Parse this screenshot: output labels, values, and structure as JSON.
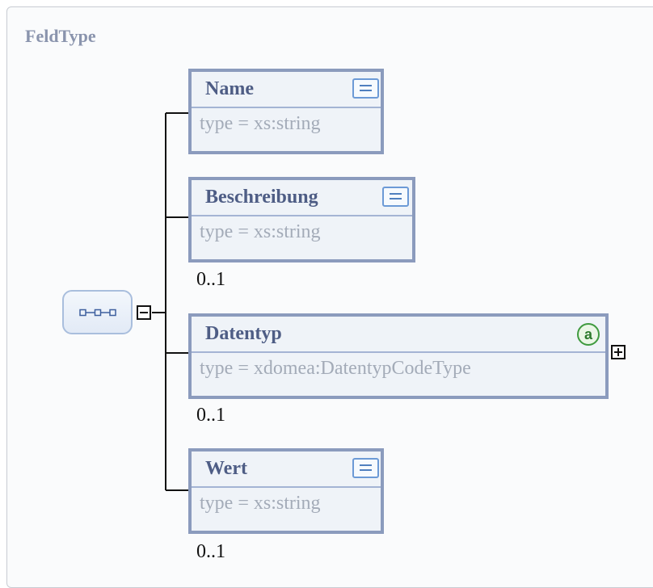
{
  "diagram": {
    "title": "FeldType",
    "elements": [
      {
        "name": "Name",
        "type_label": "type",
        "type_op": "=",
        "type_value": "xs:string",
        "occurrence": "",
        "icon": "simple-content-icon"
      },
      {
        "name": "Beschreibung",
        "type_label": "type",
        "type_op": "=",
        "type_value": "xs:string",
        "occurrence": "0..1",
        "icon": "simple-content-icon"
      },
      {
        "name": "Datentyp",
        "type_label": "type",
        "type_op": "=",
        "type_value": "xdomea:DatentypCodeType",
        "occurrence": "0..1",
        "icon": "attribute-icon",
        "attribute_symbol": "a"
      },
      {
        "name": "Wert",
        "type_label": "type",
        "type_op": "=",
        "type_value": "xs:string",
        "occurrence": "0..1",
        "icon": "simple-content-icon"
      }
    ],
    "compositor": "sequence",
    "colors": {
      "border": "#8b9bbd",
      "name": "#4e5d85",
      "type": "#a3abb8",
      "title": "#8a94ad"
    }
  }
}
